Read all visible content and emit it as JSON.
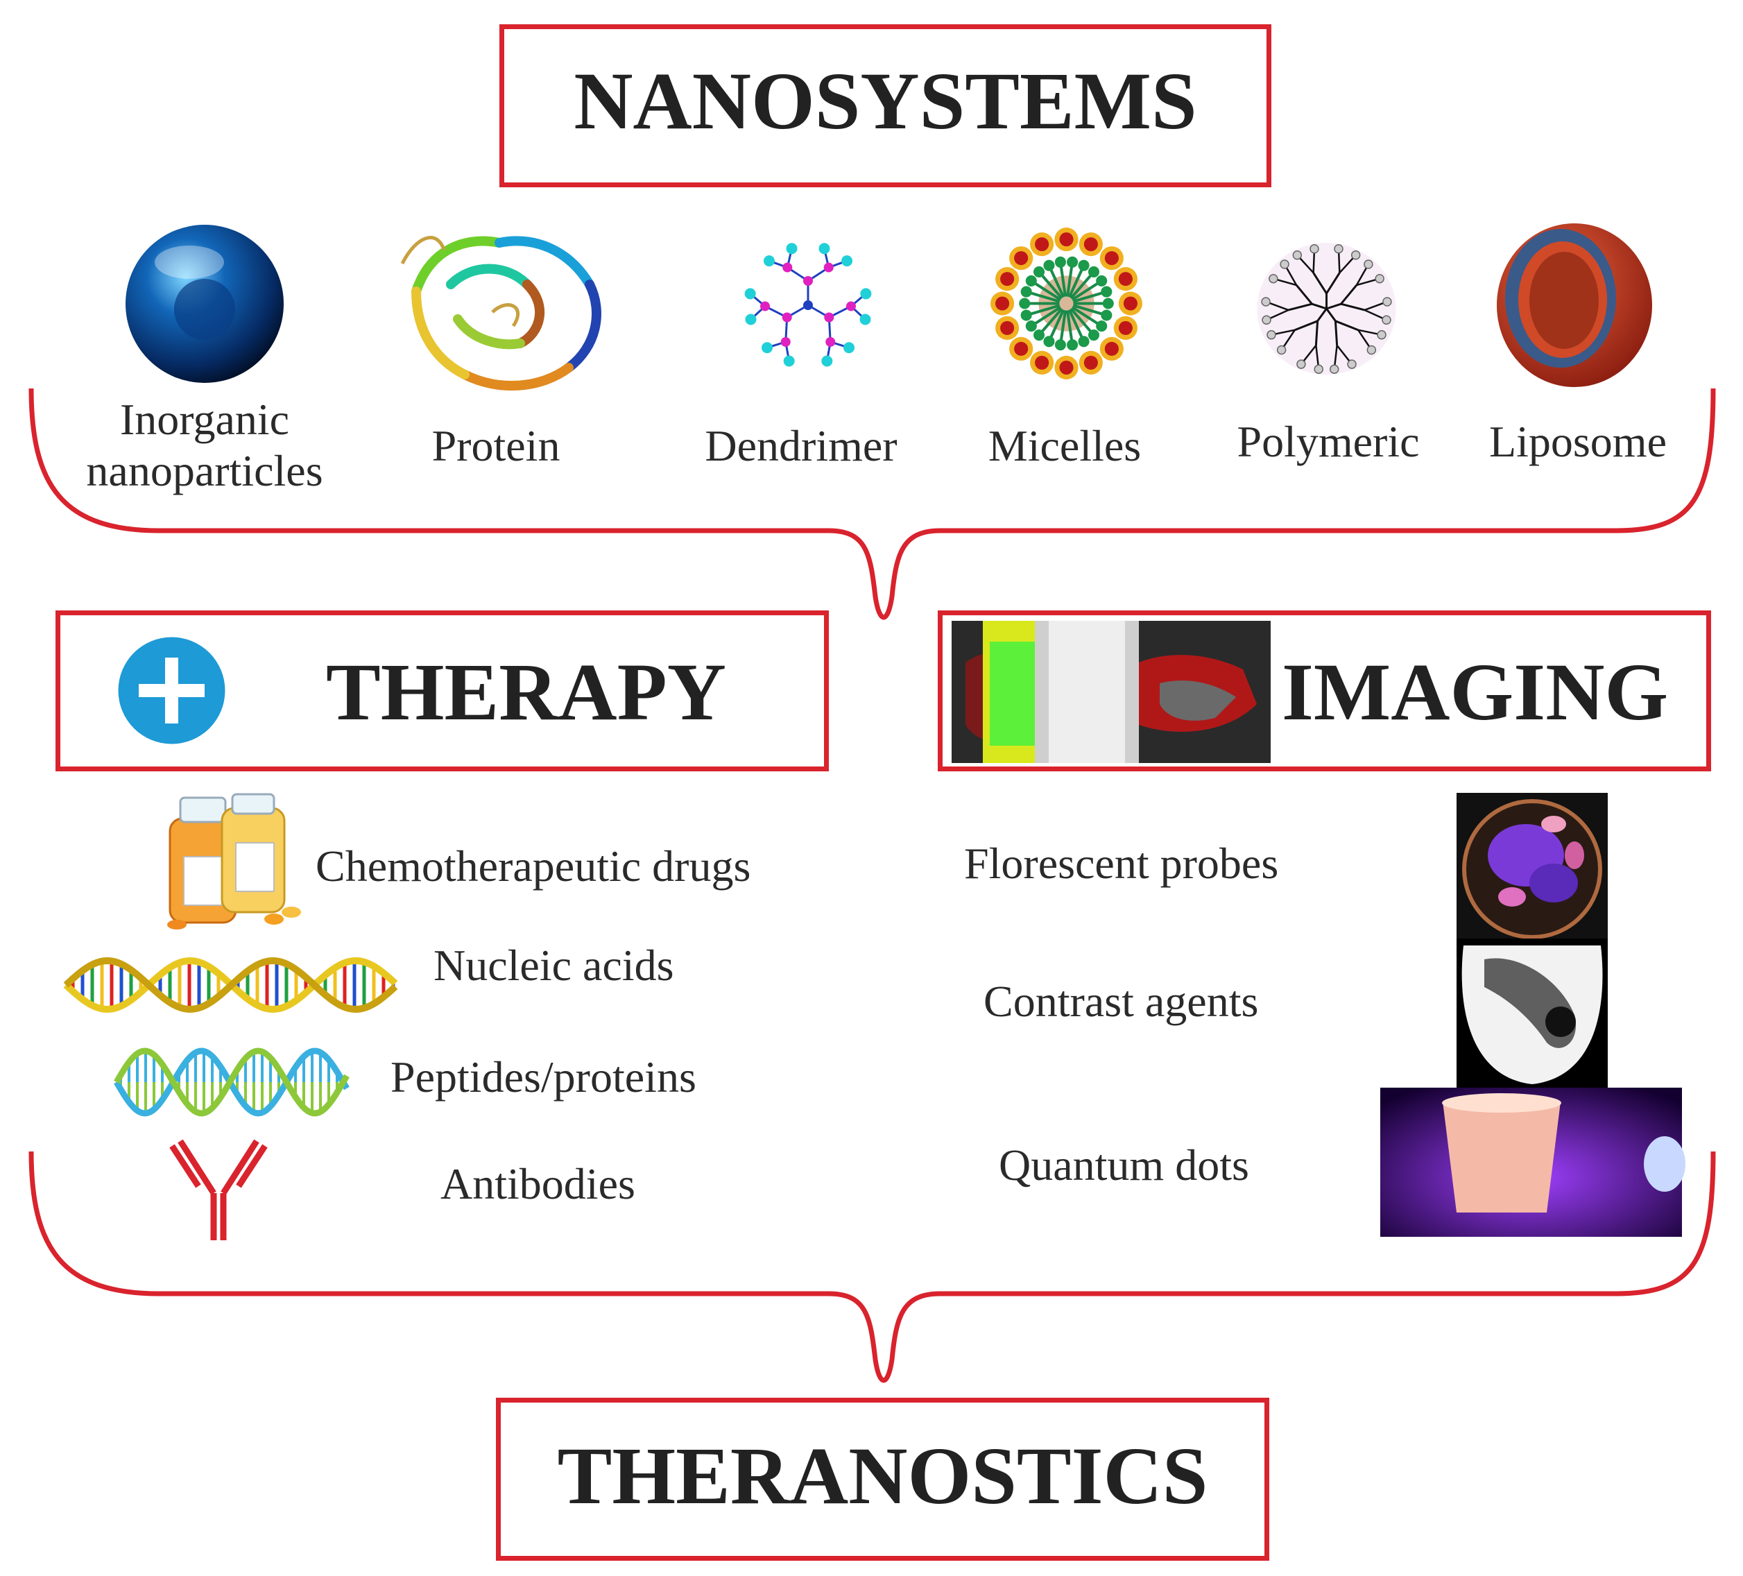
{
  "headings": {
    "nanosystems": "NANOSYSTEMS",
    "therapy": "THERAPY",
    "imaging": "IMAGING",
    "theranostics": "THERANOSTICS"
  },
  "nanosystems": [
    {
      "line1": "Inorganic",
      "line2": "nanoparticles",
      "icon": "blue-sphere-icon"
    },
    {
      "line1": "Protein",
      "icon": "protein-ribbon-icon"
    },
    {
      "line1": "Dendrimer",
      "icon": "dendrimer-icon"
    },
    {
      "line1": "Micelles",
      "icon": "micelle-icon"
    },
    {
      "line1": "Polymeric",
      "icon": "polymeric-icon"
    },
    {
      "line1": "Liposome",
      "icon": "liposome-icon"
    }
  ],
  "therapy_items": [
    {
      "label": "Chemotherapeutic drugs",
      "icon": "pill-bottles-icon"
    },
    {
      "label": "Nucleic acids",
      "icon": "dna-helix-icon"
    },
    {
      "label": "Peptides/proteins",
      "icon": "double-helix-icon"
    },
    {
      "label": "Antibodies",
      "icon": "antibody-icon"
    }
  ],
  "imaging_items": [
    {
      "label": "Florescent probes",
      "icon": "fluorescence-dish-image"
    },
    {
      "label": "Contrast agents",
      "icon": "xray-image"
    },
    {
      "label": "Quantum dots",
      "icon": "quantum-dots-image"
    }
  ],
  "colors": {
    "accent_red": "#d9232d",
    "therapy_icon_blue": "#1e9ad6",
    "text": "#222222"
  }
}
